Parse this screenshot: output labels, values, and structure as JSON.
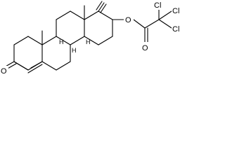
{
  "structure": {
    "atoms": {
      "ketone_oxygen": "O",
      "ester_oxygen": "O",
      "carbonyl_oxygen": "O",
      "chlorine_1": "Cl",
      "chlorine_2": "Cl",
      "chlorine_3": "Cl"
    },
    "stereo_hydrogens": {
      "h_c8": "H",
      "h_c9": "H",
      "h_c14": "H"
    }
  },
  "colors": {
    "bond": "#000000",
    "background": "#ffffff"
  }
}
